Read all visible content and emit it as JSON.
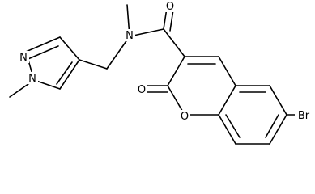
{
  "molecule": {
    "name": "",
    "atom_labels": {
      "n_pyrazole_2": "N",
      "n_pyrazole_1": "N",
      "n_amide": "N",
      "o_amide": "O",
      "o_lactone_carbonyl": "O",
      "o_ring": "O",
      "br": "Br"
    }
  },
  "colors": {
    "bond": "#000000",
    "label": "#000000",
    "background": "#ffffff"
  }
}
